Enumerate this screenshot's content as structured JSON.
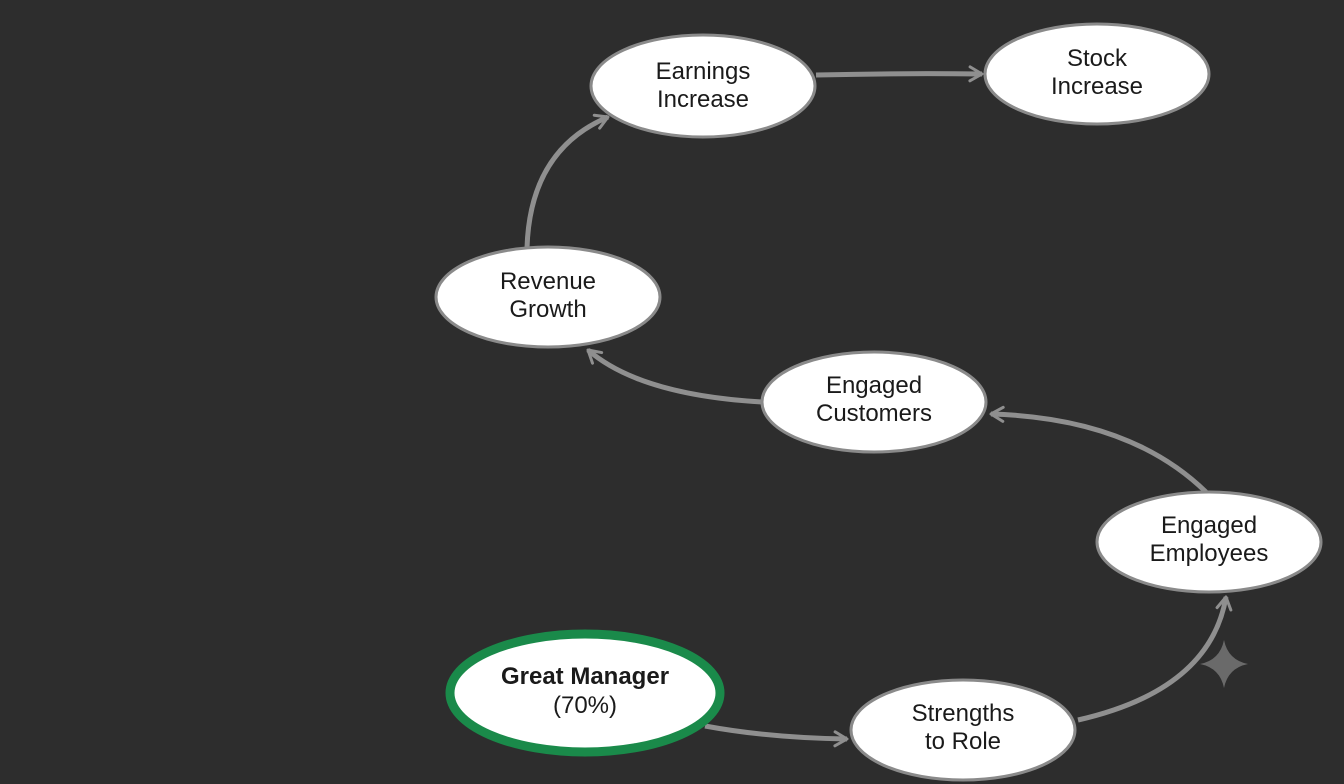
{
  "diagram": {
    "nodes": [
      {
        "id": "great-manager",
        "lines": [
          "Great Manager",
          "(70%)"
        ],
        "highlight": true
      },
      {
        "id": "strengths-to-role",
        "lines": [
          "Strengths",
          "to Role"
        ],
        "highlight": false
      },
      {
        "id": "engaged-employees",
        "lines": [
          "Engaged",
          "Employees"
        ],
        "highlight": false
      },
      {
        "id": "engaged-customers",
        "lines": [
          "Engaged",
          "Customers"
        ],
        "highlight": false
      },
      {
        "id": "revenue-growth",
        "lines": [
          "Revenue",
          "Growth"
        ],
        "highlight": false
      },
      {
        "id": "earnings-increase",
        "lines": [
          "Earnings",
          "Increase"
        ],
        "highlight": false
      },
      {
        "id": "stock-increase",
        "lines": [
          "Stock",
          "Increase"
        ],
        "highlight": false
      }
    ],
    "edges": [
      {
        "from": "great-manager",
        "to": "strengths-to-role"
      },
      {
        "from": "strengths-to-role",
        "to": "engaged-employees"
      },
      {
        "from": "engaged-employees",
        "to": "engaged-customers"
      },
      {
        "from": "engaged-customers",
        "to": "revenue-growth"
      },
      {
        "from": "revenue-growth",
        "to": "earnings-increase"
      },
      {
        "from": "earnings-increase",
        "to": "stock-increase"
      }
    ],
    "colors": {
      "background": "#2d2d2d",
      "node_fill": "#ffffff",
      "node_stroke": "#8a8a8a",
      "highlight_stroke": "#1a8a4a",
      "edge": "#8f8f8f",
      "text": "#1a1a1a"
    },
    "decorations": [
      "sparkle-icon"
    ]
  }
}
